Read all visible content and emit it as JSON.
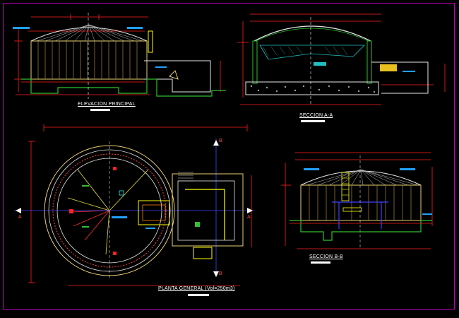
{
  "drawing": {
    "elevation_title": "ELEVACION PRINCIPAL",
    "section_aa_title": "SECCION A-A",
    "plan_title": "PLANTA GENERAL  (Vol=250m3)",
    "section_bb_title": "SECCION B-B",
    "section_marker_a": "A",
    "section_marker_b": "B"
  },
  "colors": {
    "background": "#000000",
    "frame": "#c000c0",
    "dimension": "#ff2020",
    "structure": "#ffff00",
    "wall": "#30c030",
    "dome": "#e8e8e8",
    "water": "#20c0c0",
    "axis": "#4040ff",
    "label": "#ffffff"
  }
}
